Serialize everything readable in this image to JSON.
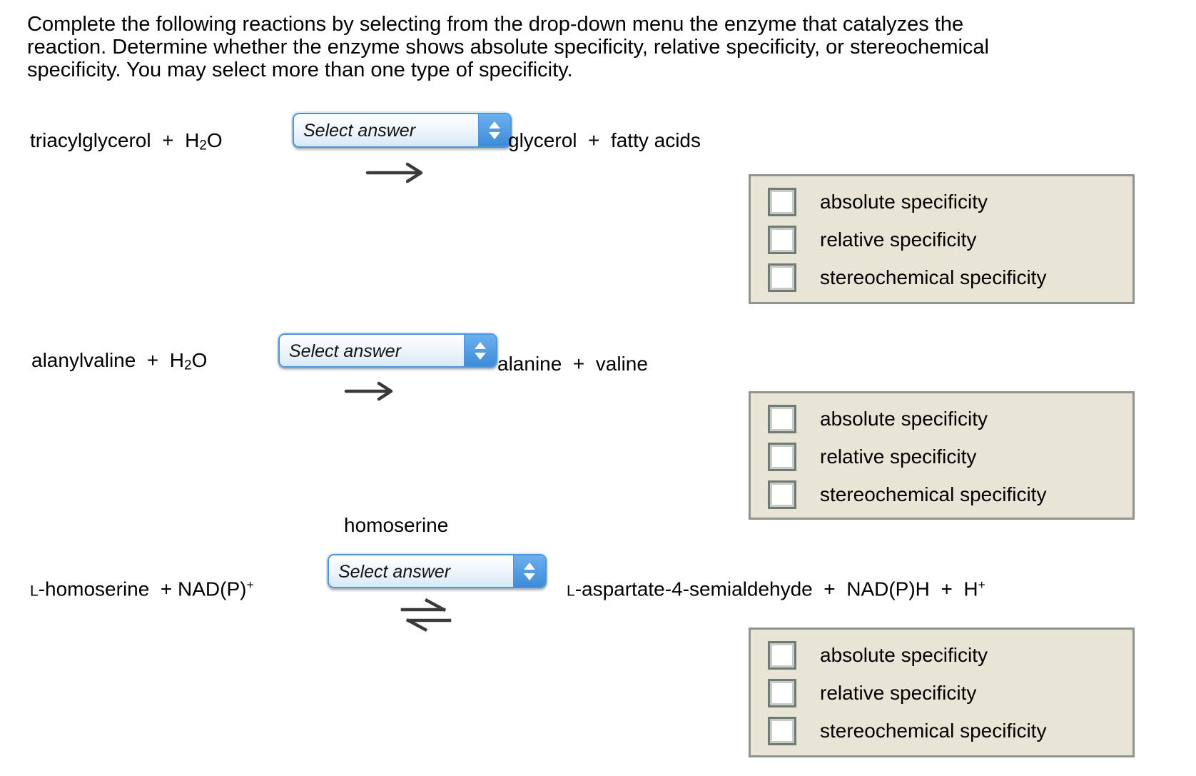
{
  "instructions": "Complete the following reactions by selecting from the drop-down menu the enzyme that catalyzes the\nreaction. Determine whether the enzyme shows absolute specificity, relative specificity, or stereochemical\nspecificity. You may select more than one type of specificity.",
  "dropdown_placeholder": "Select answer",
  "specificity_option_labels": [
    "absolute specificity",
    "relative specificity",
    "stereochemical specificity"
  ],
  "colors": {
    "dropdown_border": "#4e94d8",
    "dropdown_spinner": "#4a94dc",
    "panel_background": "#e9e5d6",
    "panel_border": "#8f948f",
    "text": "#000000"
  },
  "reactions": [
    {
      "arrow": "forward",
      "dropdown_value": "Select answer",
      "lhs": [
        {
          "t": "triacylglycerol  +  H",
          "s": ""
        },
        {
          "t": "2",
          "s": "sub"
        },
        {
          "t": "O",
          "s": ""
        }
      ],
      "rhs": [
        {
          "t": "glycerol  +  fatty acids",
          "s": ""
        }
      ],
      "options": [
        {
          "label": "absolute specificity",
          "checked": false
        },
        {
          "label": "relative specificity",
          "checked": false
        },
        {
          "label": "stereochemical specificity",
          "checked": false
        }
      ]
    },
    {
      "arrow": "forward",
      "dropdown_value": "Select answer",
      "lhs": [
        {
          "t": "alanylvaline  +  H",
          "s": ""
        },
        {
          "t": "2",
          "s": "sub"
        },
        {
          "t": "O",
          "s": ""
        }
      ],
      "rhs": [
        {
          "t": "alanine  +  valine",
          "s": ""
        }
      ],
      "options": [
        {
          "label": "absolute specificity",
          "checked": false
        },
        {
          "label": "relative specificity",
          "checked": false
        },
        {
          "label": "stereochemical specificity",
          "checked": false
        }
      ]
    },
    {
      "arrow": "equilibrium",
      "label_above": "homoserine",
      "dropdown_value": "Select answer",
      "lhs": [
        {
          "t": "L",
          "s": "sc"
        },
        {
          "t": "-homoserine  + NAD(P)",
          "s": ""
        },
        {
          "t": "+",
          "s": "sup"
        }
      ],
      "rhs": [
        {
          "t": "L",
          "s": "sc"
        },
        {
          "t": "-aspartate-4-semialdehyde  +  NAD(P)H  +  H",
          "s": ""
        },
        {
          "t": "+",
          "s": "sup"
        }
      ],
      "options": [
        {
          "label": "absolute specificity",
          "checked": false
        },
        {
          "label": "relative specificity",
          "checked": false
        },
        {
          "label": "stereochemical specificity",
          "checked": false
        }
      ]
    }
  ]
}
